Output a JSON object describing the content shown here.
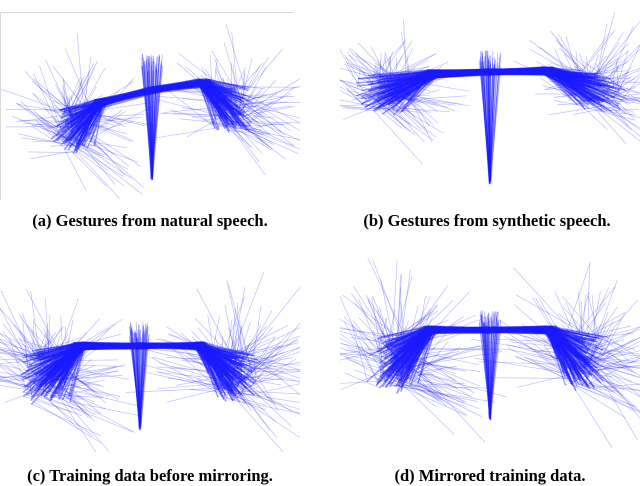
{
  "figure": {
    "line_color": "#1a1aff",
    "panels": [
      {
        "id": "a",
        "caption": "(a) Gestures from natural speech.",
        "style": "natural"
      },
      {
        "id": "b",
        "caption": "(b) Gestures from synthetic speech.",
        "style": "synthetic"
      },
      {
        "id": "c",
        "caption": "(c) Training data before mirroring.",
        "style": "training"
      },
      {
        "id": "d",
        "caption": "(d) Mirrored training data.",
        "style": "mirrored"
      }
    ]
  }
}
